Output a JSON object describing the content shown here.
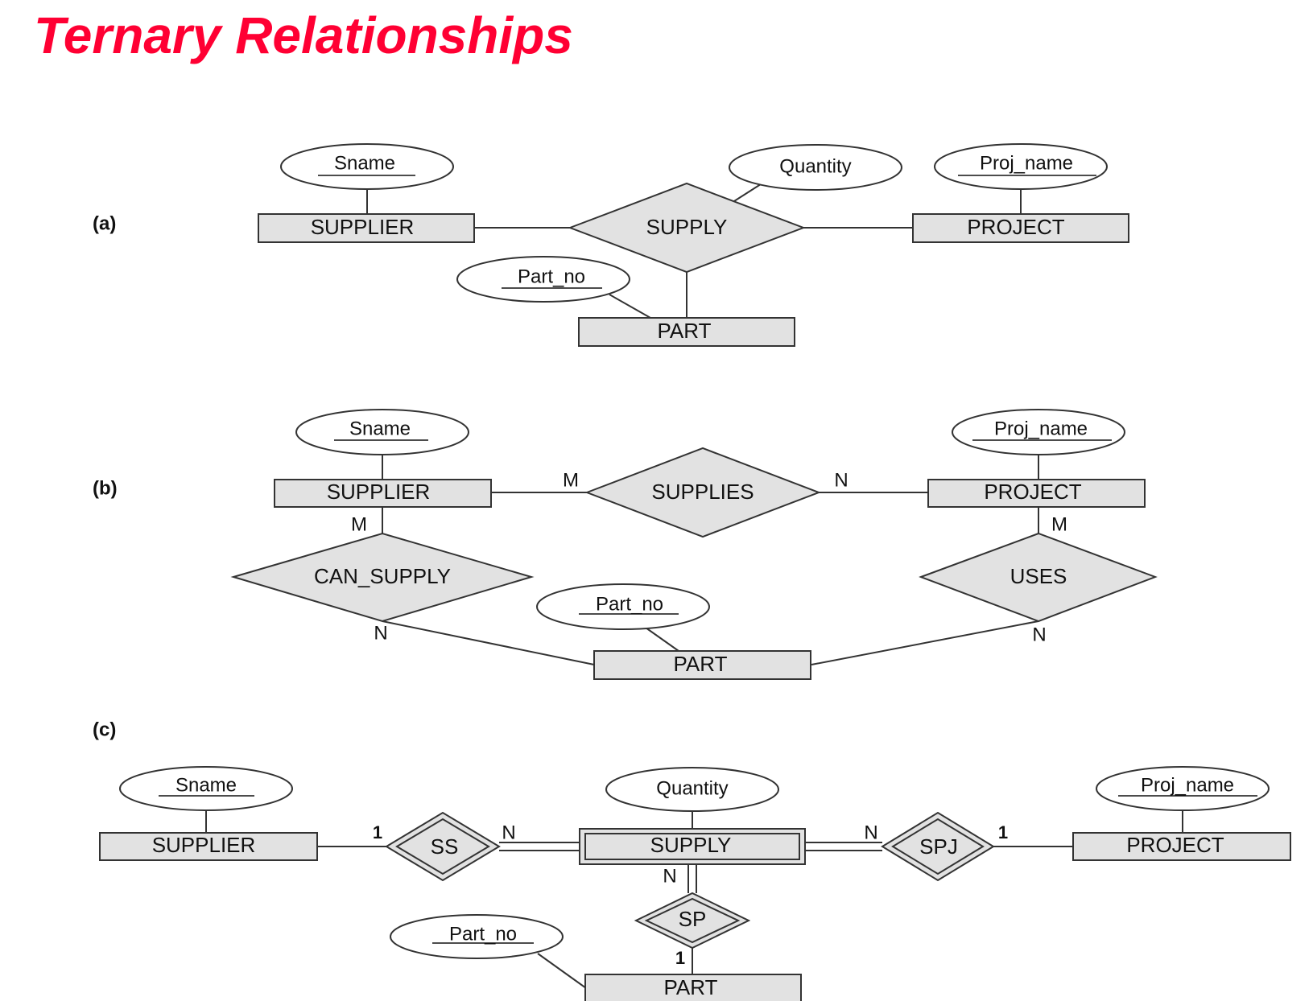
{
  "title": "Ternary Relationships",
  "panel_a": {
    "label": "(a)",
    "entities": {
      "supplier": "SUPPLIER",
      "project": "PROJECT",
      "part": "PART"
    },
    "relationship": "SUPPLY",
    "attributes": {
      "sname": "Sname",
      "quantity": "Quantity",
      "proj_name": "Proj_name",
      "part_no": "Part_no"
    }
  },
  "panel_b": {
    "label": "(b)",
    "entities": {
      "supplier": "SUPPLIER",
      "project": "PROJECT",
      "part": "PART"
    },
    "relationships": {
      "supplies": "SUPPLIES",
      "can_supply": "CAN_SUPPLY",
      "uses": "USES"
    },
    "attributes": {
      "sname": "Sname",
      "proj_name": "Proj_name",
      "part_no": "Part_no"
    },
    "cardinalities": {
      "supplies_supplier": "M",
      "supplies_project": "N",
      "can_supply_supplier": "M",
      "can_supply_part": "N",
      "uses_project": "M",
      "uses_part": "N"
    }
  },
  "panel_c": {
    "label": "(c)",
    "entities": {
      "supplier": "SUPPLIER",
      "supply": "SUPPLY",
      "project": "PROJECT",
      "part": "PART"
    },
    "relationships": {
      "ss": "SS",
      "spj": "SPJ",
      "sp": "SP"
    },
    "attributes": {
      "sname": "Sname",
      "quantity": "Quantity",
      "proj_name": "Proj_name",
      "part_no": "Part_no"
    },
    "cardinalities": {
      "ss_supplier": "1",
      "ss_supply": "N",
      "spj_supply": "N",
      "spj_project": "1",
      "sp_supply": "N",
      "sp_part": "1"
    }
  }
}
